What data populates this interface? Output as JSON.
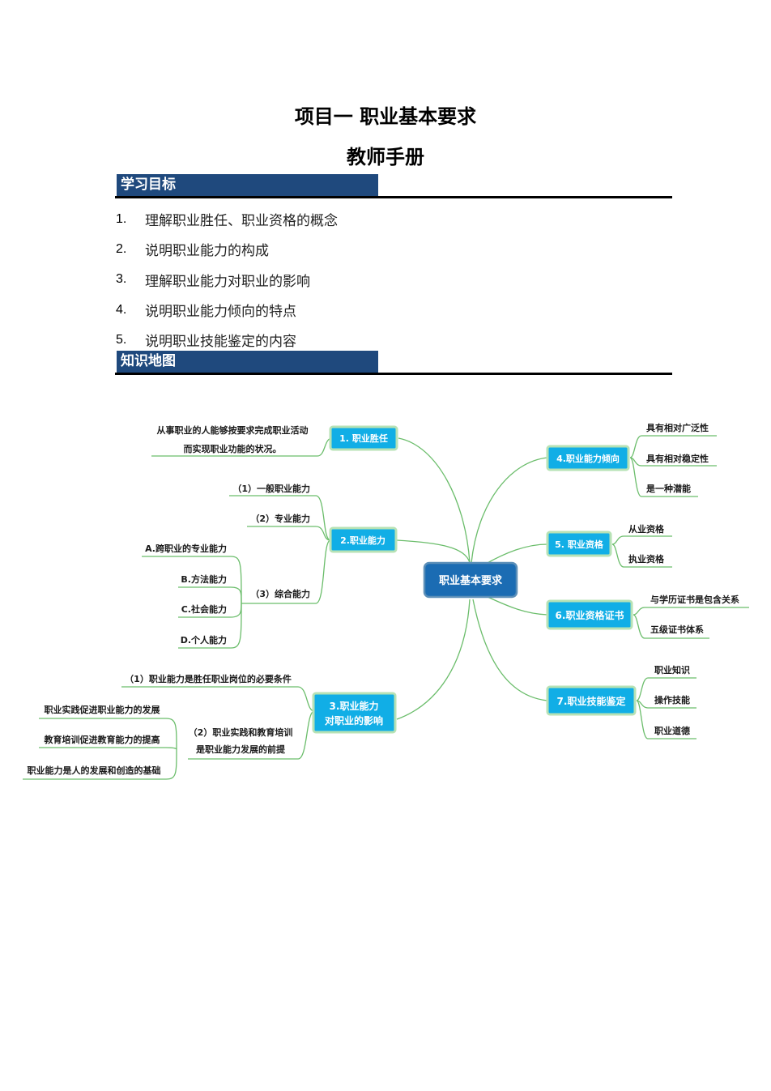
{
  "header": {
    "title": "项目一 职业基本要求",
    "subtitle": "教师手册"
  },
  "goals_section": {
    "label": "学习目标",
    "items": [
      {
        "num": "1.",
        "text": "理解职业胜任、职业资格的概念"
      },
      {
        "num": "2.",
        "text": "说明职业能力的构成"
      },
      {
        "num": "3.",
        "text": "理解职业能力对职业的影响"
      },
      {
        "num": "4.",
        "text": "说明职业能力倾向的特点"
      },
      {
        "num": "5.",
        "text": "说明职业技能鉴定的内容"
      }
    ]
  },
  "map_section": {
    "label": "知识地图"
  },
  "mindmap": {
    "center": "职业基本要求",
    "colors": {
      "box_fill": "#11aee6",
      "box_border": "#b7e2b5",
      "center_fill": "#1b6cb3",
      "center_border": "#5c8fb8",
      "line": "#6bbd6b",
      "text": "#1a1a1a"
    },
    "nodes": {
      "n1": {
        "label": "1. 职业胜任",
        "def_line1": "从事职业的人能够按要求完成职业活动",
        "def_line2": "而实现职业功能的状况。"
      },
      "n2": {
        "label": "2.职业能力",
        "c1": "（1）一般职业能力",
        "c2": "（2）专业能力",
        "c3": "（3）综合能力",
        "c3a": "A.跨职业的专业能力",
        "c3b": "B.方法能力",
        "c3c": "C.社会能力",
        "c3d": "D.个人能力"
      },
      "n3": {
        "label_line1": "3.职业能力",
        "label_line2": "对职业的影响",
        "c1": "（1）职业能力是胜任职业岗位的必要条件",
        "c2_line1": "（2）职业实践和教育培训",
        "c2_line2": "是职业能力发展的前提",
        "c2a": "职业实践促进职业能力的发展",
        "c2b": "教育培训促进教育能力的提高",
        "c2c": "职业能力是人的发展和创造的基础"
      },
      "n4": {
        "label": "4.职业能力倾向",
        "c1": "具有相对广泛性",
        "c2": "具有相对稳定性",
        "c3": "是一种潜能"
      },
      "n5": {
        "label": "5. 职业资格",
        "c1": "从业资格",
        "c2": "执业资格"
      },
      "n6": {
        "label": "6.职业资格证书",
        "c1": "与学历证书是包含关系",
        "c2": "五级证书体系"
      },
      "n7": {
        "label": "7.职业技能鉴定",
        "c1": "职业知识",
        "c2": "操作技能",
        "c3": "职业道德"
      }
    }
  }
}
